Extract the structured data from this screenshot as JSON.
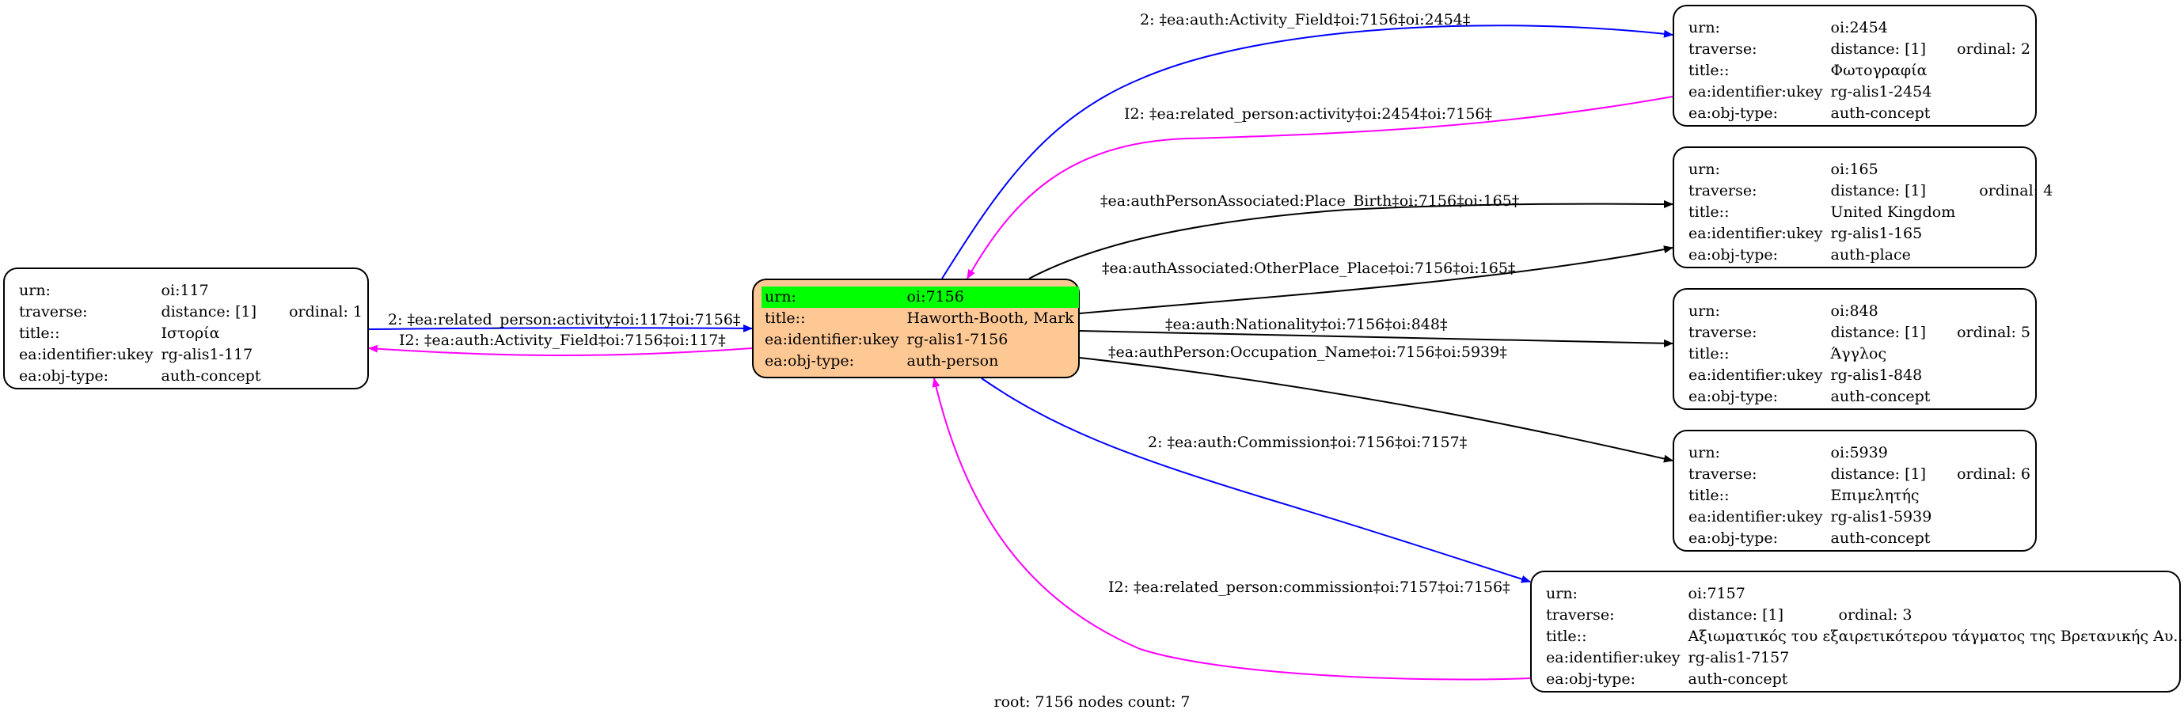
{
  "nodes": {
    "n117": {
      "rows": [
        {
          "k": "urn:",
          "v": "oi:117"
        },
        {
          "k": "traverse:",
          "v": "distance: [1]",
          "extra": "ordinal: 1"
        },
        {
          "k": "title::",
          "v": "Ιστορία"
        },
        {
          "k": "ea:identifier:ukey",
          "v": "rg-alis1-117"
        },
        {
          "k": "ea:obj-type:",
          "v": "auth-concept"
        }
      ]
    },
    "n7156": {
      "rows": [
        {
          "k": "urn:",
          "v": "oi:7156"
        },
        {
          "k": "title::",
          "v": "Haworth-Booth, Mark"
        },
        {
          "k": "ea:identifier:ukey",
          "v": "rg-alis1-7156"
        },
        {
          "k": "ea:obj-type:",
          "v": "auth-person"
        }
      ]
    },
    "n2454": {
      "rows": [
        {
          "k": "urn:",
          "v": "oi:2454"
        },
        {
          "k": "traverse:",
          "v": "distance: [1]",
          "extra": "ordinal: 2"
        },
        {
          "k": "title::",
          "v": "Φωτογραφία"
        },
        {
          "k": "ea:identifier:ukey",
          "v": "rg-alis1-2454"
        },
        {
          "k": "ea:obj-type:",
          "v": "auth-concept"
        }
      ]
    },
    "n165": {
      "rows": [
        {
          "k": "urn:",
          "v": "oi:165"
        },
        {
          "k": "traverse:",
          "v": "distance: [1]",
          "extra": "ordinal: 4"
        },
        {
          "k": "title::",
          "v": "United Kingdom"
        },
        {
          "k": "ea:identifier:ukey",
          "v": "rg-alis1-165"
        },
        {
          "k": "ea:obj-type:",
          "v": "auth-place"
        }
      ]
    },
    "n848": {
      "rows": [
        {
          "k": "urn:",
          "v": "oi:848"
        },
        {
          "k": "traverse:",
          "v": "distance: [1]",
          "extra": "ordinal: 5"
        },
        {
          "k": "title::",
          "v": "Άγγλος"
        },
        {
          "k": "ea:identifier:ukey",
          "v": "rg-alis1-848"
        },
        {
          "k": "ea:obj-type:",
          "v": "auth-concept"
        }
      ]
    },
    "n5939": {
      "rows": [
        {
          "k": "urn:",
          "v": "oi:5939"
        },
        {
          "k": "traverse:",
          "v": "distance: [1]",
          "extra": "ordinal: 6"
        },
        {
          "k": "title::",
          "v": "Επιμελητής"
        },
        {
          "k": "ea:identifier:ukey",
          "v": "rg-alis1-5939"
        },
        {
          "k": "ea:obj-type:",
          "v": "auth-concept"
        }
      ]
    },
    "n7157": {
      "rows": [
        {
          "k": "urn:",
          "v": "oi:7157"
        },
        {
          "k": "traverse:",
          "v": "distance: [1]",
          "extra": "ordinal: 3"
        },
        {
          "k": "title::",
          "v": "Αξιωματικός του εξαιρετικότερου τάγματος της Βρετανικής Αυ..."
        },
        {
          "k": "ea:identifier:ukey",
          "v": "rg-alis1-7157"
        },
        {
          "k": "ea:obj-type:",
          "v": "auth-concept"
        }
      ]
    }
  },
  "edge_labels": {
    "activity_field_2454": "2: ‡ea:auth:Activity_Field‡oi:7156‡oi:2454‡",
    "related_person_activity_2454": "I2: ‡ea:related_person:activity‡oi:2454‡oi:7156‡",
    "place_birth_165": "‡ea:authPersonAssociated:Place_Birth‡oi:7156‡oi:165‡",
    "other_place_165": "‡ea:authAssociated:OtherPlace_Place‡oi:7156‡oi:165‡",
    "nationality_848": "‡ea:auth:Nationality‡oi:7156‡oi:848‡",
    "occupation_5939": "‡ea:authPerson:Occupation_Name‡oi:7156‡oi:5939‡",
    "commission_7157": "2: ‡ea:auth:Commission‡oi:7156‡oi:7157‡",
    "related_person_commission_7157": "I2: ‡ea:related_person:commission‡oi:7157‡oi:7156‡",
    "related_person_activity_117": "2: ‡ea:related_person:activity‡oi:117‡oi:7156‡",
    "activity_field_117": "I2: ‡ea:auth:Activity_Field‡oi:7156‡oi:117‡"
  },
  "colors": {
    "blue": "#0000ff",
    "magenta": "#ff00ff",
    "black": "#000000",
    "center_fill": "#fec894",
    "highlight": "#00ff00"
  },
  "footer": "root: 7156 nodes count: 7"
}
